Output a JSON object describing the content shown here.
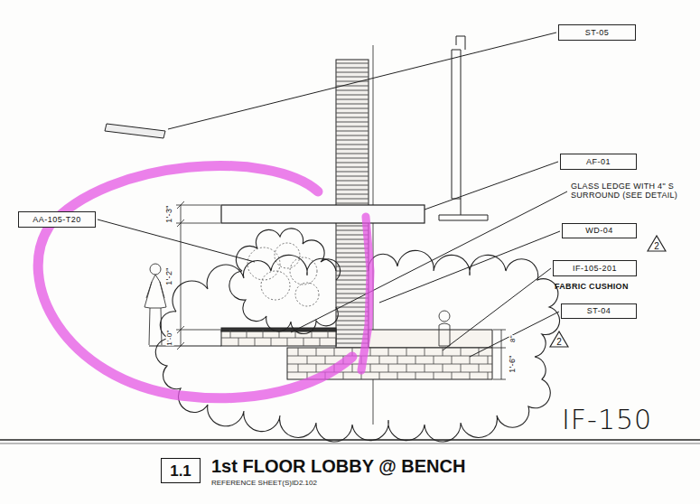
{
  "diagram": {
    "title": "1st FLOOR LOBBY @ BENCH",
    "caption": "REFERENCE SHEET(S)ID2.102",
    "nodes": [
      {
        "text": [
          "ST-05"
        ]
      },
      {
        "text": [
          "AF-01"
        ]
      },
      {
        "text": [
          "AA-105-T20"
        ]
      },
      {
        "text": [
          "WD-04"
        ]
      },
      {
        "text": [
          "2"
        ]
      },
      {
        "text": [
          "IF-105-201"
        ]
      },
      {
        "text": [
          "ST-04"
        ]
      },
      {
        "text": [
          "2"
        ]
      },
      {
        "text": [
          "1.1"
        ]
      }
    ],
    "labels": [
      "GLASS LEDGE WITH 4\" S SURROUND (SEE DETAIL)",
      "FABRIC CUSHION",
      "1'-3\"",
      "1'-2\"",
      "1'-0\"",
      "8\"",
      "1'-6\"",
      "IF-150"
    ]
  }
}
